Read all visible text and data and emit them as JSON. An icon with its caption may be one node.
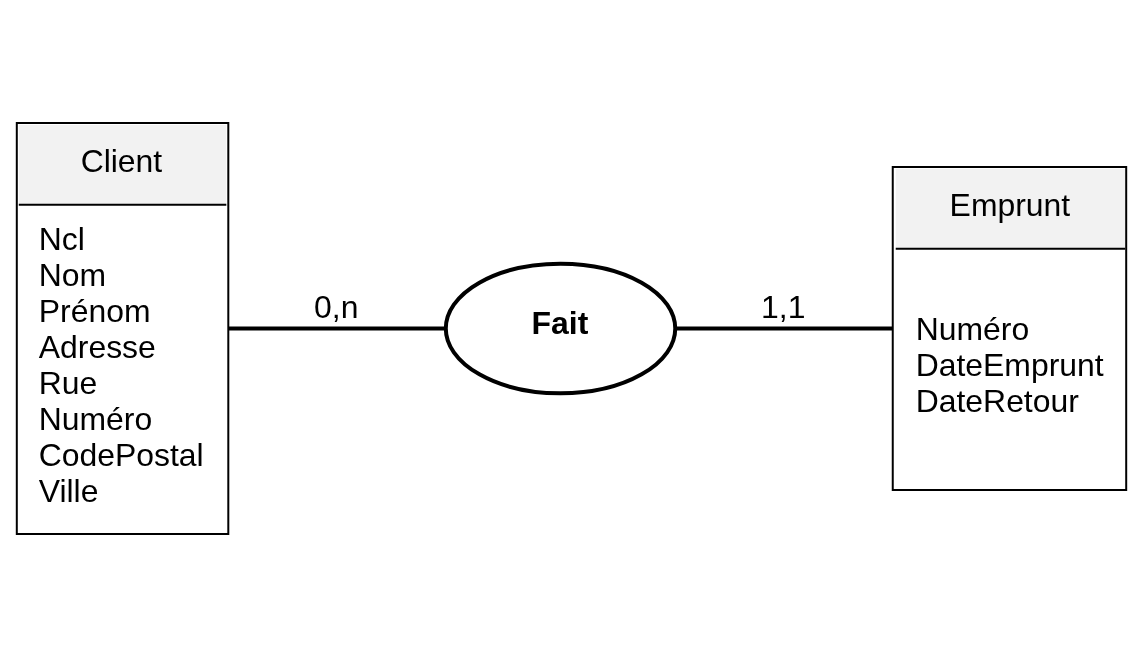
{
  "diagram": {
    "nodes": [
      {
        "text": [
          "Client",
          "Ncl",
          "Nom",
          "Prénom",
          "Adresse",
          "Rue",
          "Numéro",
          "CodePostal",
          "Ville"
        ]
      },
      {
        "text": [
          "Fait"
        ]
      },
      {
        "text": [
          "Emprunt",
          "Numéro",
          "DateEmprunt",
          "DateRetour"
        ]
      }
    ],
    "edges": [
      {
        "from": 0,
        "to": 1,
        "arrow": "none",
        "label": "0,n"
      },
      {
        "from": 1,
        "to": 2,
        "arrow": "none",
        "label": "1,1"
      }
    ]
  }
}
